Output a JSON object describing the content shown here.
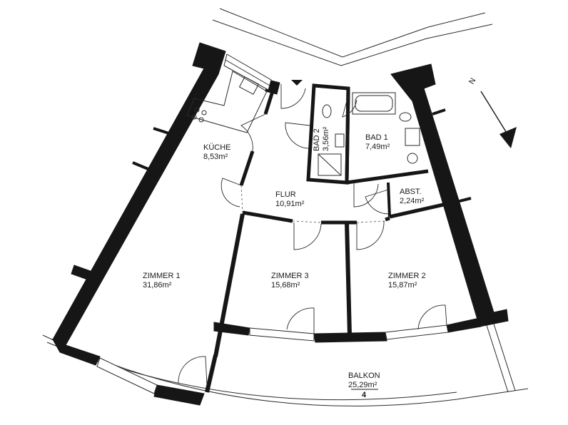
{
  "rooms": [
    {
      "name": "KÜCHE",
      "area": "8,53m²"
    },
    {
      "name": "BAD 2",
      "area": "3,56m²"
    },
    {
      "name": "BAD 1",
      "area": "7,49m²"
    },
    {
      "name": "FLUR",
      "area": "10,91m²"
    },
    {
      "name": "ABST.",
      "area": "2,24m²"
    },
    {
      "name": "ZIMMER 1",
      "area": "31,86m²"
    },
    {
      "name": "ZIMMER 3",
      "area": "15,68m²"
    },
    {
      "name": "ZIMMER 2",
      "area": "15,87m²"
    },
    {
      "name": "BALKON",
      "area": "25,29m²",
      "unit": "4"
    }
  ],
  "compass": {
    "label": "N"
  },
  "colors": {
    "wall": "#161616",
    "line": "#2a2a2a",
    "background": "#ffffff"
  }
}
